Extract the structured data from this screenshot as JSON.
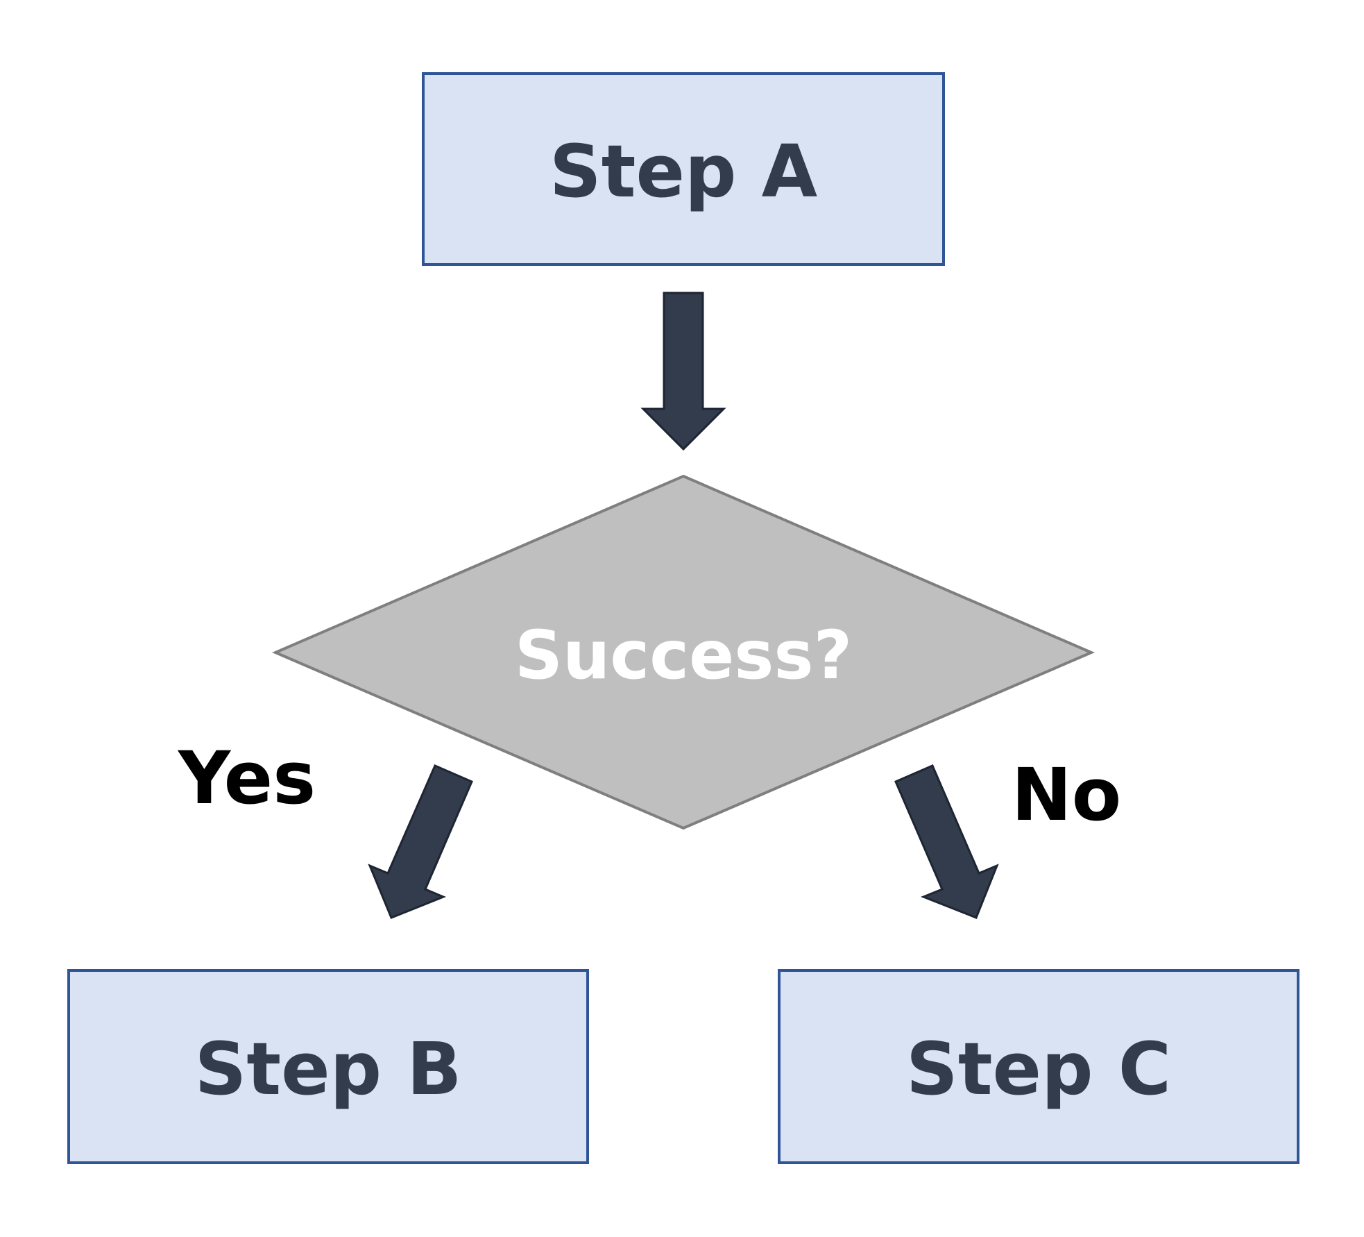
{
  "nodes": {
    "step_a": "Step A",
    "decision": "Success?",
    "step_b": "Step B",
    "step_c": "Step C"
  },
  "edges": {
    "yes_label": "Yes",
    "no_label": "No"
  },
  "colors": {
    "box_fill": "#dae3f3",
    "box_stroke": "#2f5597",
    "diamond_fill": "#bfbfbf",
    "diamond_stroke": "#7f7f7f",
    "arrow_fill": "#323c4d",
    "label_text": "#323c4d"
  }
}
